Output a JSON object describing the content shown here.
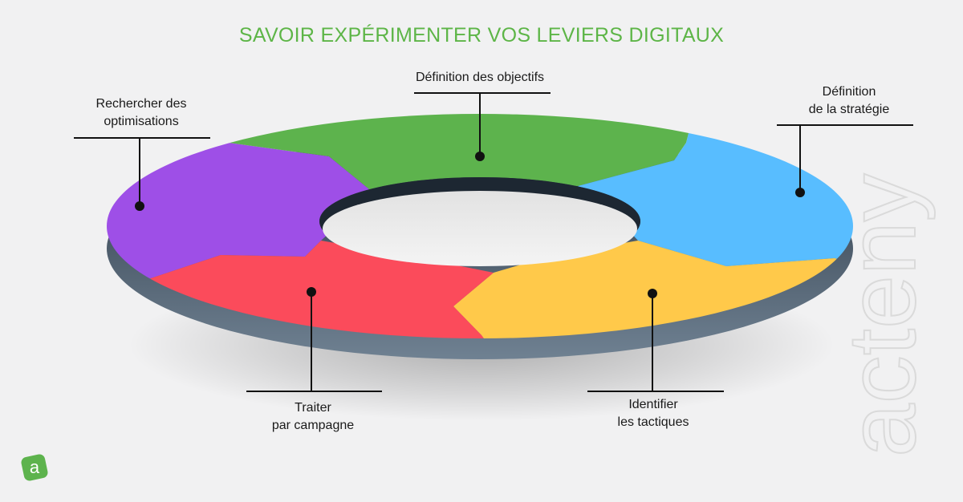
{
  "title": "SAVOIR EXPÉRIMENTER VOS LEVIERS DIGITAUX",
  "colors": {
    "title": "#5db547",
    "objectifs": "#5db34d",
    "strategie": "#58bdff",
    "tactiques": "#ffc94a",
    "campagne": "#fb4b5b",
    "optimisations": "#9e4fe7",
    "ring_side": "#4a5a6b",
    "hole": "#1e2834"
  },
  "stages": [
    {
      "id": "objectifs",
      "lines": [
        "Définition des objectifs"
      ]
    },
    {
      "id": "strategie",
      "lines": [
        "Définition",
        "de la stratégie"
      ]
    },
    {
      "id": "tactiques",
      "lines": [
        "Identifier",
        "les tactiques"
      ]
    },
    {
      "id": "campagne",
      "lines": [
        "Traiter",
        "par campagne"
      ]
    },
    {
      "id": "optimisations",
      "lines": [
        "Rechercher des",
        "optimisations"
      ]
    }
  ],
  "logo": {
    "letter": "a"
  },
  "watermark": "acteny"
}
